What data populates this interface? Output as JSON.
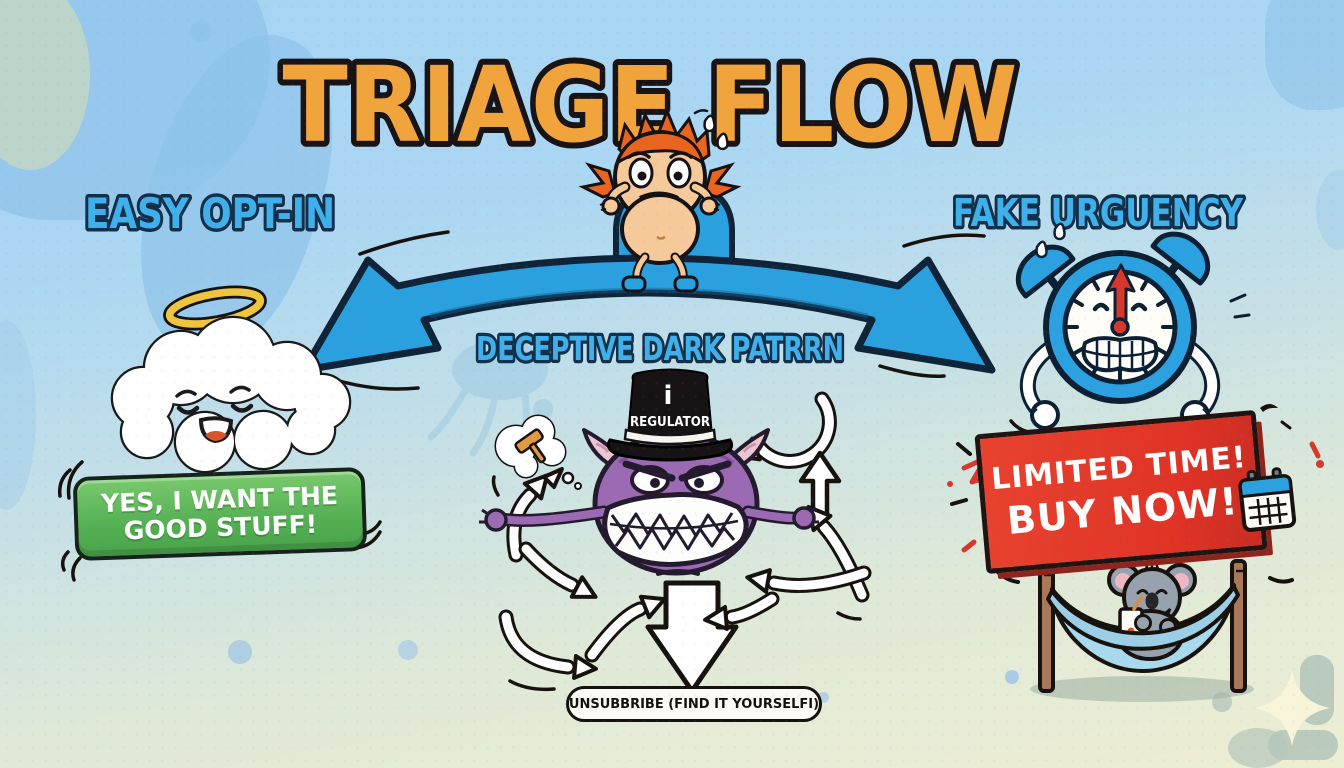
{
  "title": "TRIAGE FLOW",
  "labels": {
    "left": "EASY OPT-IN",
    "center": "DECEPTIVE DARK PATRRN",
    "right": "FAKE URGUENCY"
  },
  "opt_in_button": {
    "line1": "YES, I WANT THE",
    "line2": "GOOD STUFF!"
  },
  "dark_pattern": {
    "hat_mark": "i",
    "hat_text": "REGULATOR",
    "unsubscribe_label": "UNSUBBRIBE (FIND IT YOURSELFI)"
  },
  "urgency_sign": {
    "line1": "LIMITED TIME!",
    "line2": "BUY NOW!"
  },
  "icons": [
    "halo-icon",
    "gavel-icon",
    "thought-bubble-icon",
    "calendar-icon",
    "sparkle-icon",
    "sweat-drops-icon",
    "alarm-bell-icon"
  ],
  "colors": {
    "title_orange": "#f2a43c",
    "label_blue": "#3fb0ea",
    "arrow_blue": "#2aa0de",
    "button_green": "#55b054",
    "sign_red": "#df3326",
    "monster_purple": "#9b6ab2",
    "clock_blue": "#2ba2df",
    "hammock_blue": "#a9d9ec",
    "koala_gray": "#97a2ae",
    "background_top": "#a6d4f3",
    "background_bottom": "#eeeed2"
  }
}
